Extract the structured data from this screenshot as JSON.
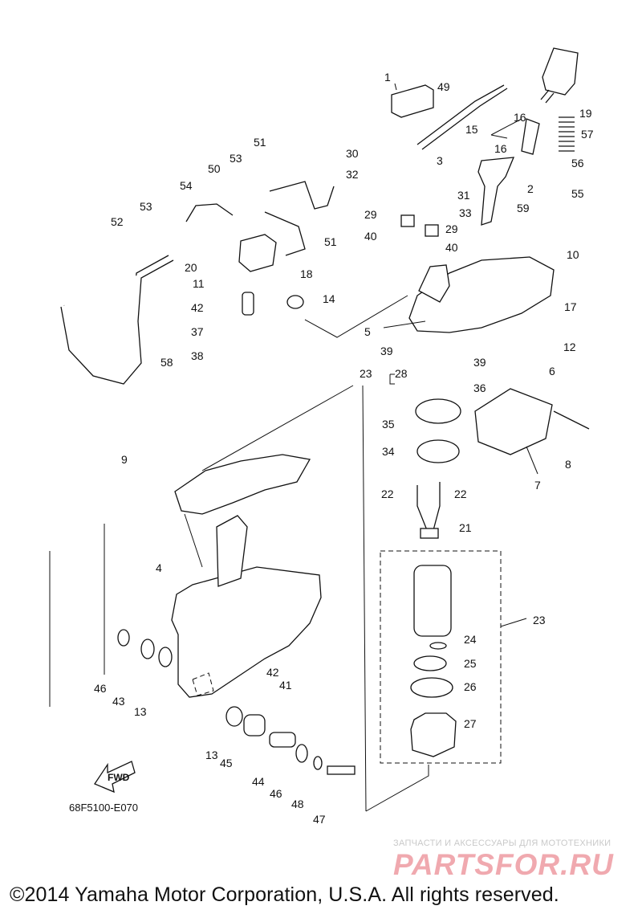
{
  "callouts": [
    "1",
    "2",
    "3",
    "4",
    "5",
    "6",
    "7",
    "8",
    "9",
    "10",
    "11",
    "12",
    "13",
    "13",
    "14",
    "15",
    "16",
    "16",
    "17",
    "18",
    "19",
    "20",
    "21",
    "22",
    "22",
    "23",
    "23",
    "24",
    "25",
    "26",
    "27",
    "28",
    "29",
    "29",
    "30",
    "31",
    "32",
    "33",
    "34",
    "35",
    "36",
    "37",
    "38",
    "39",
    "39",
    "40",
    "40",
    "41",
    "42",
    "42",
    "43",
    "44",
    "45",
    "46",
    "46",
    "47",
    "48",
    "49",
    "50",
    "51",
    "51",
    "52",
    "53",
    "53",
    "54",
    "55",
    "56",
    "57",
    "58",
    "59"
  ],
  "diagram_code": "68F5100-E070",
  "fwd_label": "FWD",
  "copyright": "©2014 Yamaha Motor Corporation, U.S.A. All rights reserved.",
  "watermark": {
    "tagline": "ЗАПЧАСТИ И АКСЕССУАРЫ ДЛЯ МОТОТЕХНИКИ",
    "brand": "PARTSFOR.RU"
  }
}
